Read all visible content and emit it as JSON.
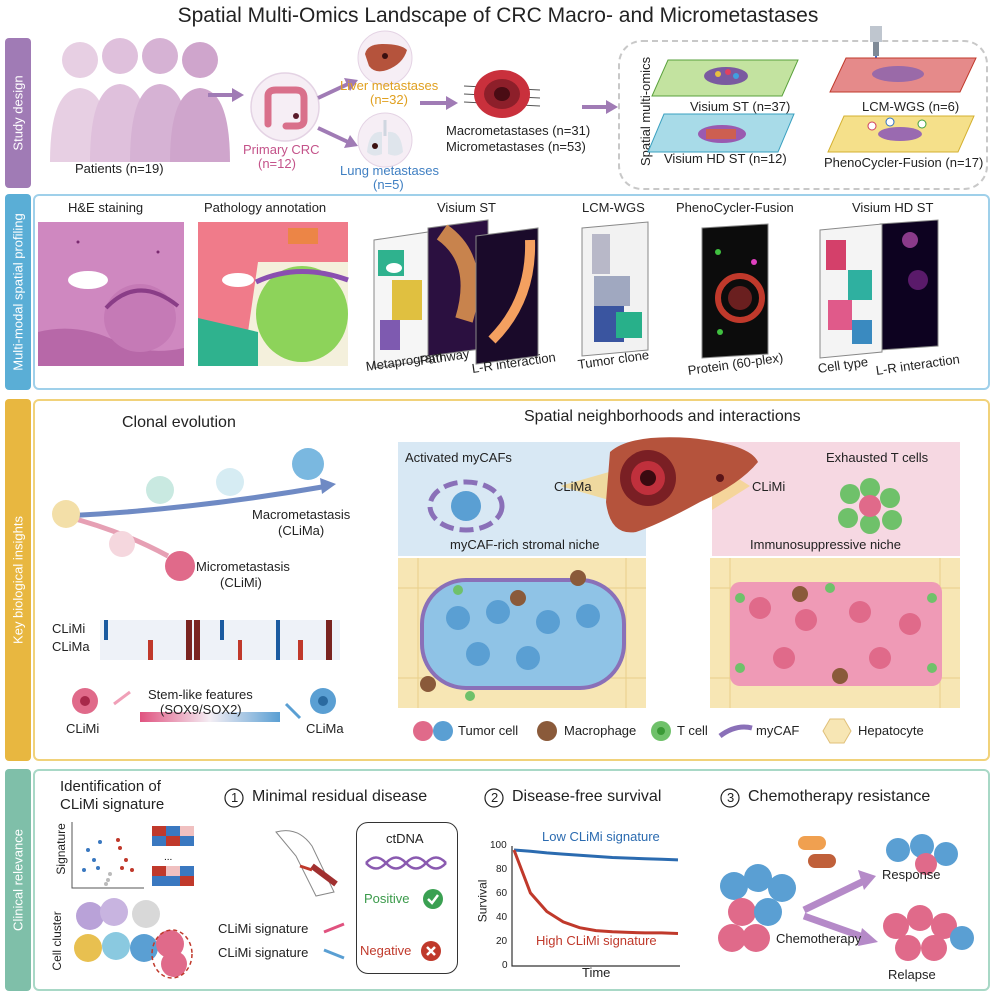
{
  "title": "Spatial Multi-Omics Landscape of CRC Macro- and Micrometastases",
  "colors": {
    "study": "#a07bb5",
    "profiling": "#5aaed6",
    "insights": "#e8b740",
    "clinical": "#7fbfa9",
    "tumor_pink": "#e0527f",
    "tumor_blue": "#5a9fd3",
    "liver": "#b5533c",
    "low_curve": "#2b6bb0",
    "high_curve": "#c0392b"
  },
  "sections": {
    "study_design": "Study design",
    "profiling": "Multi-modal spatial profiling",
    "insights": "Key biological insights",
    "clinical": "Clinical relevance"
  },
  "study": {
    "patients": "Patients (n=19)",
    "primary_crc_1": "Primary CRC",
    "primary_crc_2": "(n=12)",
    "liver_1": "Liver metastases",
    "liver_2": "(n=32)",
    "lung_1": "Lung metastases",
    "lung_2": "(n=5)",
    "macro": "Macrometastases (n=31)",
    "micro": "Micrometastases (n=53)",
    "spatial_multiomics": "Spatial multi-omics",
    "slides": {
      "visium_st": "Visium ST (n=37)",
      "lcm_wgs": "LCM-WGS (n=6)",
      "visium_hd": "Visium HD ST (n=12)",
      "phenocycler": "PhenoCycler-Fusion (n=17)"
    }
  },
  "profiling": {
    "he": "H&E staining",
    "pathology": "Pathology annotation",
    "visium_st": "Visium ST",
    "metaprogram": "Metaprogram",
    "pathway": "Pathway",
    "lr1": "L-R interaction",
    "lcm": "LCM-WGS",
    "tumor_clone": "Tumor clone",
    "pheno": "PhenoCycler-Fusion",
    "protein": "Protein (60-plex)",
    "visium_hd": "Visium HD ST",
    "cell_type": "Cell type",
    "lr2": "L-R interaction"
  },
  "insights": {
    "clonal_evolution": "Clonal evolution",
    "macro_1": "Macrometastasis",
    "macro_2": "(CLiMa)",
    "micro_1": "Micrometastasis",
    "micro_2": "(CLiMi)",
    "heat_row1": "CLiMi",
    "heat_row2": "CLiMa",
    "stem_1": "Stem-like features",
    "stem_2": "(SOX9/SOX2)",
    "climi": "CLiMi",
    "clima": "CLiMa",
    "spatial_title": "Spatial neighborhoods and interactions",
    "activated": "Activated myCAFs",
    "clima_beam": "CLiMa",
    "climi_beam": "CLiMi",
    "exhausted": "Exhausted T cells",
    "mycaf_niche": "myCAF-rich stromal niche",
    "immuno_niche": "Immunosuppressive niche",
    "legend": {
      "tumor": "Tumor cell",
      "macrophage": "Macrophage",
      "tcell": "T cell",
      "mycaf": "myCAF",
      "hepatocyte": "Hepatocyte"
    }
  },
  "clinical": {
    "ident_1": "Identification of",
    "ident_2": "CLiMi signature",
    "signature": "Signature",
    "cell_cluster": "Cell cluster",
    "n1": "1",
    "mrd": "Minimal residual disease",
    "ctdna": "ctDNA",
    "positive": "Positive",
    "negative": "Negative",
    "climi_sig_up": "CLiMi signature",
    "climi_sig_down": "CLiMi signature",
    "n2": "2",
    "dfs": "Disease-free survival",
    "low": "Low CLiMi signature",
    "high": "High CLiMi signature",
    "y_100": "100",
    "y_80": "80",
    "y_60": "60",
    "y_40": "40",
    "y_20": "20",
    "y_0": "0",
    "survival": "Survival",
    "time": "Time",
    "n3": "3",
    "chemo_res": "Chemotherapy resistance",
    "response": "Response",
    "chemotherapy": "Chemotherapy",
    "relapse": "Relapse"
  },
  "chart_data": {
    "type": "line",
    "title": "Disease-free survival",
    "xlabel": "Time",
    "ylabel": "Survival",
    "ylim": [
      0,
      100
    ],
    "yticks": [
      0,
      20,
      40,
      60,
      80,
      100
    ],
    "series": [
      {
        "name": "Low CLiMi signature",
        "x": [
          0,
          1,
          2,
          3,
          4,
          5,
          6,
          7,
          8,
          9,
          10
        ],
        "values": [
          100,
          99,
          97.5,
          96.5,
          95.5,
          94.5,
          93.5,
          93,
          92.5,
          92,
          91.5
        ]
      },
      {
        "name": "High CLiMi signature",
        "x": [
          0,
          1,
          2,
          3,
          4,
          5,
          6,
          7,
          8,
          9,
          10
        ],
        "values": [
          100,
          63,
          47,
          38,
          33,
          30.5,
          29.5,
          29,
          28.5,
          28.5,
          28
        ]
      }
    ]
  }
}
